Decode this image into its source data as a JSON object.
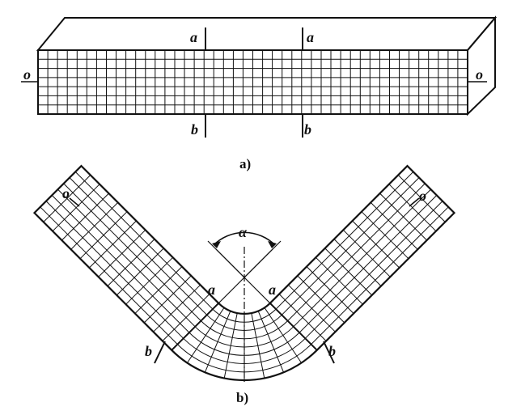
{
  "figure_a": {
    "caption": "a)",
    "label_o_left": "o",
    "label_o_right": "o",
    "label_a1": "a",
    "label_a2": "a",
    "label_b1": "b",
    "label_b2": "b"
  },
  "figure_b": {
    "caption": "b)",
    "label_o_left": "o",
    "label_o_right": "o",
    "label_alpha": "α",
    "label_a_left": "a",
    "label_a_right": "a",
    "label_b_left": "b",
    "label_b_right": "b"
  }
}
